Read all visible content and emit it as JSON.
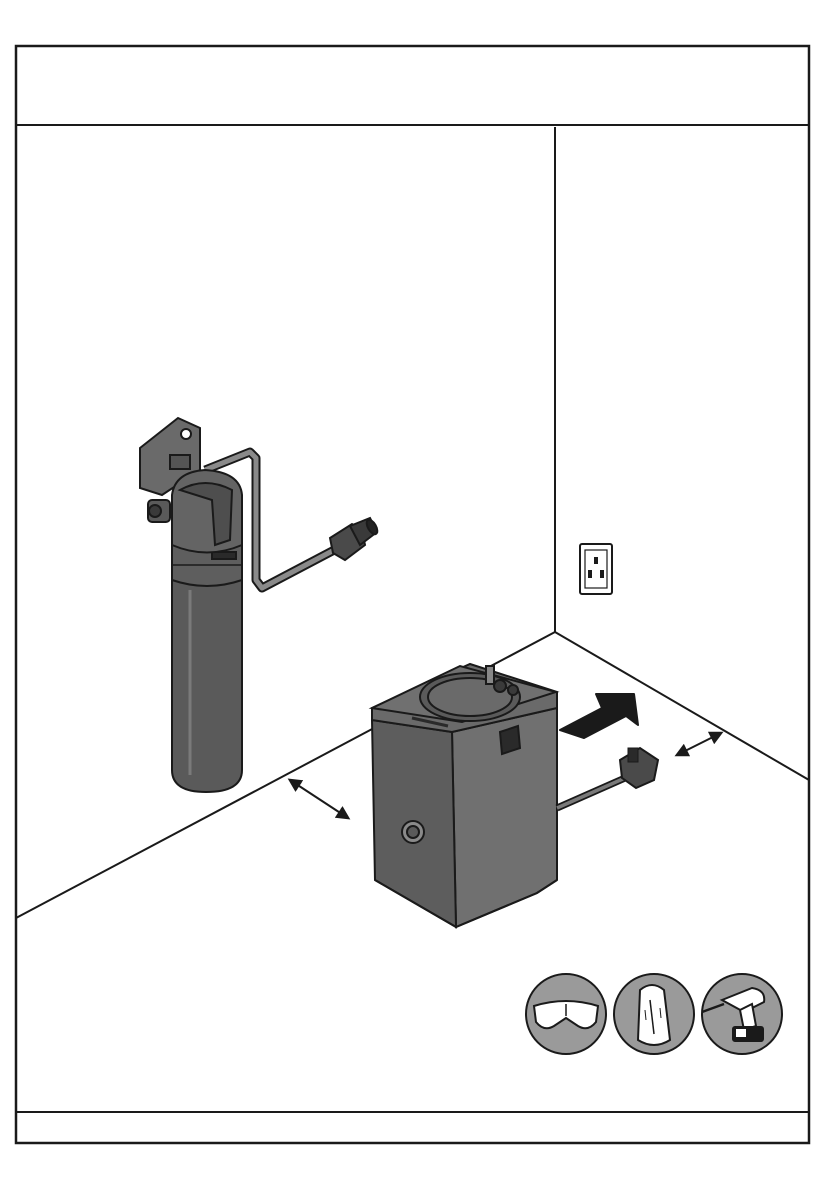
{
  "page": {
    "header_text": "",
    "footer_text": ""
  },
  "scene": {
    "objects": [
      "filter-cartridge",
      "wall-bracket",
      "feed-hose",
      "water-tank",
      "power-plug",
      "wall-socket",
      "move-arrow",
      "clearance-arrows"
    ],
    "colors": {
      "line": "#1a1a1a",
      "appliance_dark": "#5a5a5a",
      "appliance_mid": "#666666",
      "appliance_light": "#7d7d7d",
      "appliance_top": "#6e6e6e",
      "icon_circle": "#9a9a9a"
    }
  },
  "tool_icons": [
    {
      "name": "safety-glasses-icon"
    },
    {
      "name": "stud-detector-icon"
    },
    {
      "name": "cordless-drill-icon"
    }
  ]
}
